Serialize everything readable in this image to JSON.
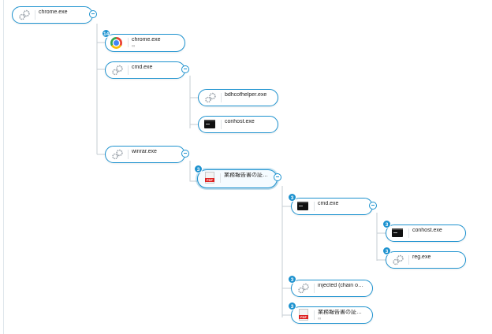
{
  "nodes": [
    {
      "id": "n1",
      "label": "chrome.exe",
      "icon": "gear-icon",
      "toggle": true
    },
    {
      "id": "n2",
      "label": "chrome.exe",
      "icon": "chrome-icon",
      "badge": "14",
      "sub": "∞"
    },
    {
      "id": "n3",
      "label": "cmd.exe",
      "icon": "gear-icon",
      "toggle": true
    },
    {
      "id": "n4",
      "label": "bdhcofhelper.exe",
      "icon": "gear-icon"
    },
    {
      "id": "n5",
      "label": "conhost.exe",
      "icon": "terminal-icon"
    },
    {
      "id": "n6",
      "label": "winrar.exe",
      "icon": "gear-icon",
      "toggle": true
    },
    {
      "id": "n7",
      "label": "業務報告書の証拠...",
      "icon": "pdf-icon",
      "badge": "3",
      "toggle": true,
      "selected": true
    },
    {
      "id": "n8",
      "label": "cmd.exe",
      "icon": "terminal-icon",
      "badge": "3",
      "toggle": true
    },
    {
      "id": "n9",
      "label": "conhost.exe",
      "icon": "terminal-icon",
      "badge": "3"
    },
    {
      "id": "n10",
      "label": "reg.exe",
      "icon": "gear-icon",
      "badge": "3"
    },
    {
      "id": "n11",
      "label": "injected (chain of t...",
      "icon": "gear-icon",
      "badge": "3"
    },
    {
      "id": "n12",
      "label": "業務報告書の証拠...",
      "icon": "pdf-icon",
      "badge": "3",
      "sub": "∞"
    }
  ],
  "colors": {
    "accent": "#1d92cf",
    "connector": "#c5ccd3"
  }
}
